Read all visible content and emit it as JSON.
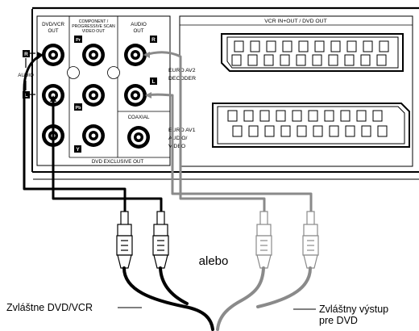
{
  "panel": {
    "dvd_vcr_out_line1": "DVD/VCR",
    "dvd_vcr_out_line2": "OUT",
    "component_line1": "COMPONENT /",
    "component_line2": "PROGRESSIVE SCAN",
    "component_line3": "VIDEO OUT",
    "audio_out_line1": "AUDIO",
    "audio_out_line2": "OUT",
    "audio_side_label": "AUDIO",
    "video_label": "VIDEO",
    "coaxial_label": "COAXIAL",
    "dvd_exclusive_out": "DVD EXCLUSIVE OUT",
    "badge_r": "R",
    "badge_l": "L",
    "badge_pr": "Pr",
    "badge_pb": "Pb",
    "badge_y": "Y",
    "scart_header": "VCR IN+OUT / DVD OUT",
    "euro_av2_line1": "EURO AV2",
    "euro_av2_line2": "DECODER",
    "euro_av1_line1": "EURO AV1",
    "euro_av1_line2": "AUDIO/",
    "euro_av1_line3": "VIDEO"
  },
  "captions": {
    "or": "alebo",
    "left_caption": "Zvláštne DVD/VCR",
    "right_caption_line1": "Zvláštny výstup",
    "right_caption_line2": "pre DVD"
  },
  "colors": {
    "black_cable": "#000000",
    "gray_cable": "#8a8a8a",
    "light_plug": "#ffffff"
  }
}
